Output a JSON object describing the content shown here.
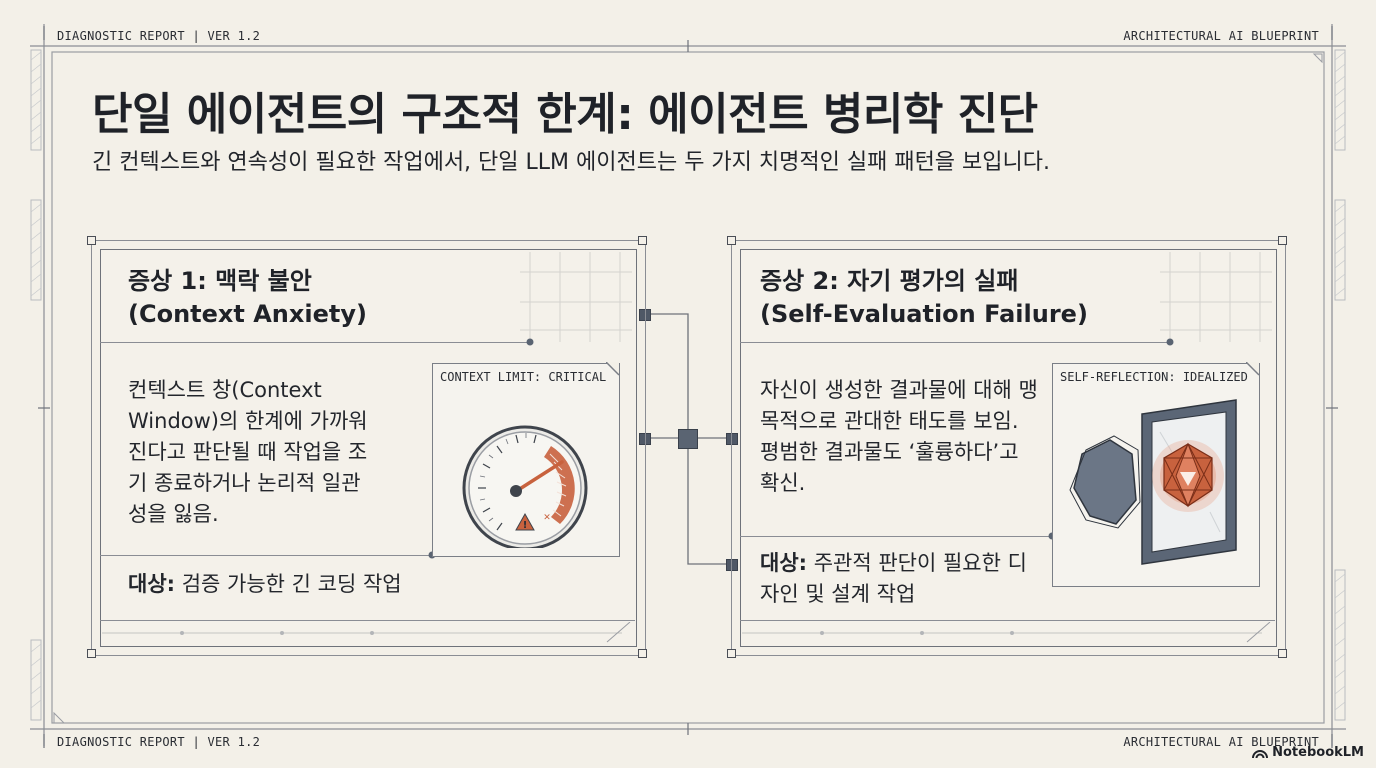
{
  "header": {
    "left": "DIAGNOSTIC REPORT | VER 1.2",
    "right": "ARCHITECTURAL AI BLUEPRINT"
  },
  "footer": {
    "left": "DIAGNOSTIC REPORT | VER 1.2",
    "right": "ARCHITECTURAL AI BLUEPRINT",
    "brand": "NotebookLM"
  },
  "title": "단일 에이전트의 구조적 한계: 에이전트 병리학 진단",
  "subtitle": "긴 컨텍스트와 연속성이 필요한 작업에서, 단일 LLM 에이전트는 두 가지 치명적인 실패 패턴을 보입니다.",
  "cards": [
    {
      "title_line1": "증상 1: 맥락 불안",
      "title_line2": "(Context Anxiety)",
      "body": "컨텍스트 창(Context Window)의 한계에 가까워진다고 판단될 때 작업을 조기 종료하거나 논리적 일관성을 잃음.",
      "target_label": "대상:",
      "target_text": " 검증 가능한 긴 코딩 작업",
      "panel_label": "CONTEXT LIMIT: CRITICAL",
      "icon": "gauge-icon"
    },
    {
      "title_line1": "증상 2: 자기 평가의 실패",
      "title_line2": "(Self-Evaluation Failure)",
      "body": "자신이 생성한 결과물에 대해 맹목적으로 관대한 태도를 보임. 평범한 결과물도 ‘훌륭하다’고 확신.",
      "target_label": "대상:",
      "target_text": " 주관적 판단이 필요한 디자인 및 설계 작업",
      "panel_label": "SELF-REFLECTION: IDEALIZED",
      "icon": "mirror-icon"
    }
  ],
  "colors": {
    "background": "#f3f0e8",
    "accent": "#c8623e",
    "slate": "#5a6472"
  }
}
